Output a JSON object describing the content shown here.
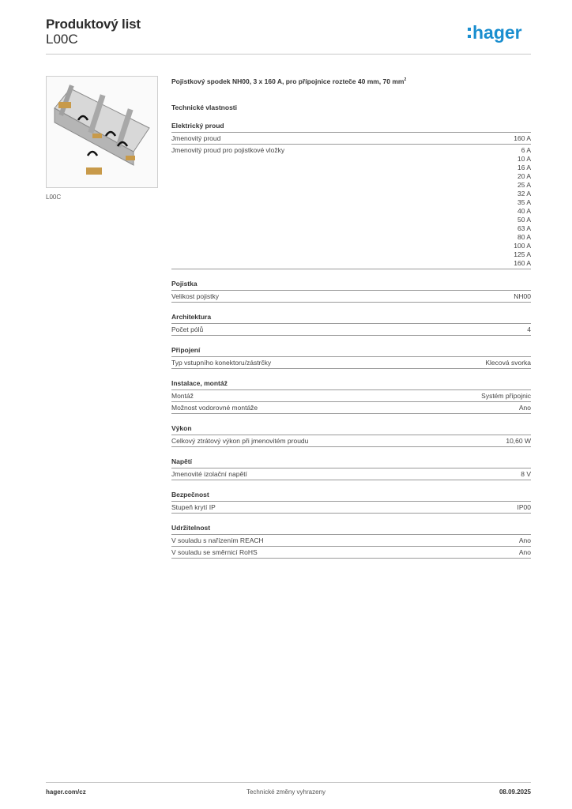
{
  "header": {
    "title": "Produktový list",
    "product_code": "L00C"
  },
  "logo": {
    "text": "hager",
    "icon": "hager-logo-icon",
    "color": "#1a8ecf"
  },
  "image": {
    "caption": "L00C"
  },
  "product_description_main": "Pojistkový spodek NH00, 3 x 160 A, pro přípojnice rozteče 40 mm, 70 mm",
  "product_description_sup": "2",
  "technical_title": "Technické vlastnosti",
  "sections": [
    {
      "title": "Elektrický proud",
      "rows": [
        {
          "label": "Jmenovitý proud",
          "values": [
            "160 A"
          ]
        },
        {
          "label": "Jmenovitý proud pro pojistkové vložky",
          "values": [
            "6 A",
            "10 A",
            "16 A",
            "20 A",
            "25 A",
            "32 A",
            "35 A",
            "40 A",
            "50 A",
            "63 A",
            "80 A",
            "100 A",
            "125 A",
            "160 A"
          ]
        }
      ]
    },
    {
      "title": "Pojistka",
      "rows": [
        {
          "label": "Velikost pojistky",
          "values": [
            "NH00"
          ]
        }
      ]
    },
    {
      "title": "Architektura",
      "rows": [
        {
          "label": "Počet pólů",
          "values": [
            "4"
          ]
        }
      ]
    },
    {
      "title": "Připojení",
      "rows": [
        {
          "label": "Typ vstupního konektoru/zástrčky",
          "values": [
            "Klecová svorka"
          ]
        }
      ]
    },
    {
      "title": "Instalace, montáž",
      "rows": [
        {
          "label": "Montáž",
          "values": [
            "Systém přípojnic"
          ]
        },
        {
          "label": "Možnost vodorovné montáže",
          "values": [
            "Ano"
          ]
        }
      ]
    },
    {
      "title": "Výkon",
      "rows": [
        {
          "label": "Celkový ztrátový výkon při jmenovitém proudu",
          "values": [
            "10,60 W"
          ]
        }
      ]
    },
    {
      "title": "Napětí",
      "rows": [
        {
          "label": "Jmenovité izolační napětí",
          "values": [
            "8 V"
          ]
        }
      ]
    },
    {
      "title": "Bezpečnost",
      "rows": [
        {
          "label": "Stupeň krytí IP",
          "values": [
            "IP00"
          ]
        }
      ]
    },
    {
      "title": "Udržitelnost",
      "rows": [
        {
          "label": "V souladu s nařízením REACH",
          "values": [
            "Ano"
          ]
        },
        {
          "label": "V souladu se směrnicí RoHS",
          "values": [
            "Ano"
          ]
        }
      ]
    }
  ],
  "footer": {
    "website": "hager.com/cz",
    "note": "Technické změny vyhrazeny",
    "date": "08.09.2025"
  }
}
